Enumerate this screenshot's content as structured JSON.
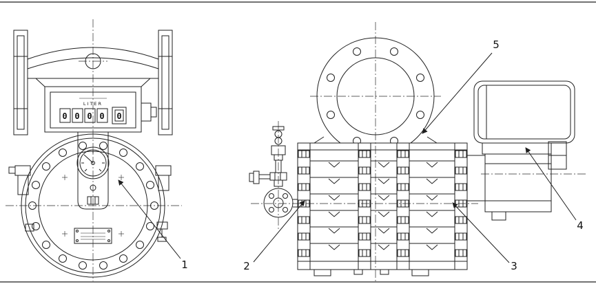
{
  "drawing": {
    "background": "#ffffff",
    "line_color": "#1f1f1f",
    "counter": {
      "unit_label": "LITER",
      "digits": [
        "0",
        "0",
        "0",
        "0",
        "0"
      ]
    },
    "callouts": [
      {
        "label": "1"
      },
      {
        "label": "2"
      },
      {
        "label": "3"
      },
      {
        "label": "4"
      },
      {
        "label": "5"
      }
    ]
  }
}
